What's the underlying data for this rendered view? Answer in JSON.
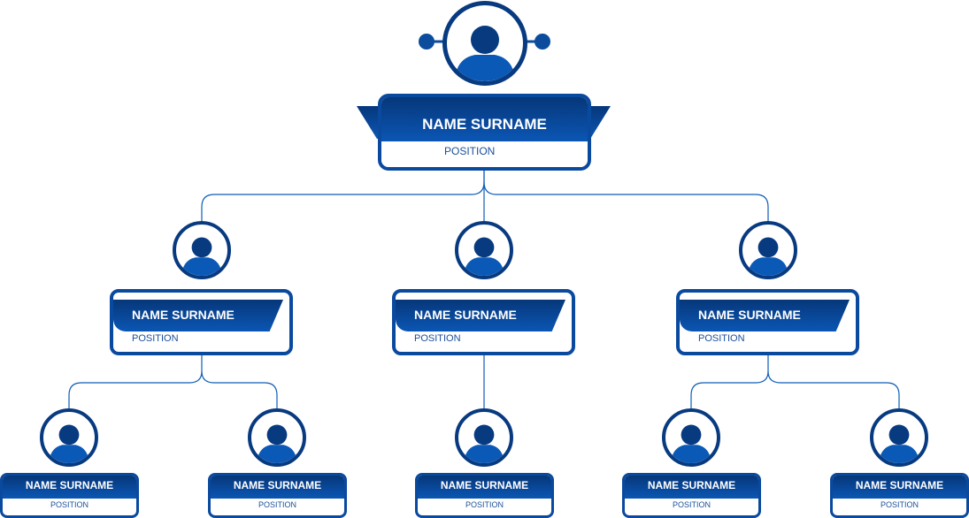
{
  "colors": {
    "dark": "#083a80",
    "mid": "#0b59b6",
    "line": "#0d5cb6",
    "text_dark": "#1a4f9a"
  },
  "chart": {
    "root": {
      "name": "NAME SURNAME",
      "position": "POSITION",
      "icon": "person-icon"
    },
    "level2": [
      {
        "name": "NAME SURNAME",
        "position": "POSITION",
        "icon": "person-icon"
      },
      {
        "name": "NAME SURNAME",
        "position": "POSITION",
        "icon": "person-icon"
      },
      {
        "name": "NAME SURNAME",
        "position": "POSITION",
        "icon": "person-icon"
      }
    ],
    "level3": [
      {
        "name": "NAME SURNAME",
        "position": "POSITION",
        "icon": "person-icon"
      },
      {
        "name": "NAME SURNAME",
        "position": "POSITION",
        "icon": "person-icon"
      },
      {
        "name": "NAME SURNAME",
        "position": "POSITION",
        "icon": "person-icon"
      },
      {
        "name": "NAME SURNAME",
        "position": "POSITION",
        "icon": "person-icon"
      },
      {
        "name": "NAME SURNAME",
        "position": "POSITION",
        "icon": "person-icon"
      }
    ]
  }
}
